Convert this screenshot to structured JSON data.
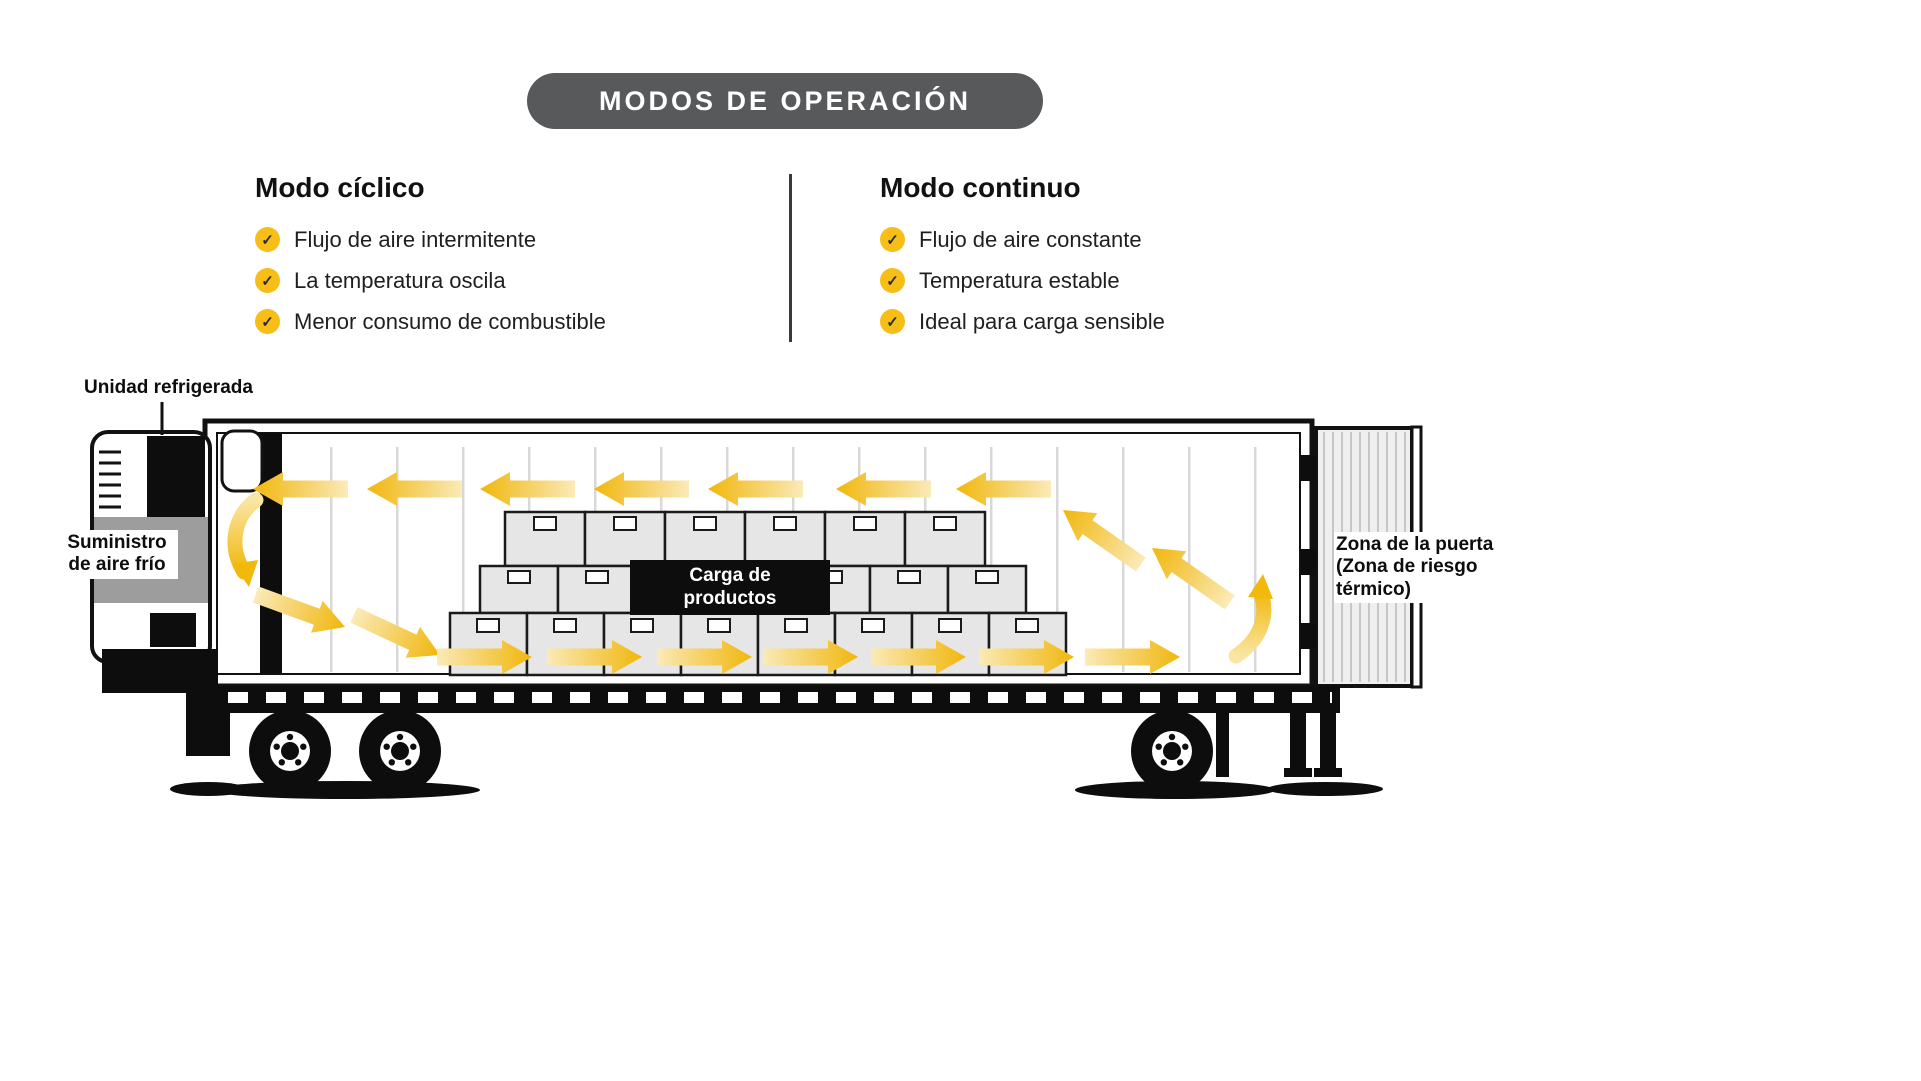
{
  "title": "MODOS DE OPERACIÓN",
  "modes": {
    "cyclic": {
      "heading": "Modo cíclico",
      "items": [
        "Flujo de aire intermitente",
        "La temperatura oscila",
        "Menor consumo de combustible"
      ]
    },
    "continuous": {
      "heading": "Modo continuo",
      "items": [
        "Flujo de aire constante",
        "Temperatura estable",
        "Ideal para carga sensible"
      ]
    }
  },
  "diagram": {
    "labels": {
      "refrigerated_unit": "Unidad refrigerada",
      "cold_air_supply": "Suministro de aire frío",
      "cargo": "Carga de productos",
      "door_zone": "Zona de la puerta (Zona de riesgo térmico)"
    }
  },
  "icons": {
    "check": "✓"
  },
  "colors": {
    "pill_gray": "#58595B",
    "check_yellow": "#F6BE17",
    "arrow_gold": "#F2B90D",
    "arrow_pale": "#FBE9AE",
    "box_gray": "#E6E6E6",
    "unit_gray": "#9D9D9D",
    "ink": "#111111"
  }
}
